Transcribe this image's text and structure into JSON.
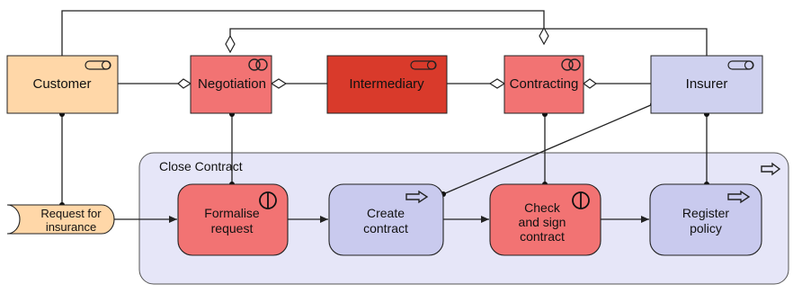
{
  "colors": {
    "customer_fill": "#ffd7a8",
    "role_fill": "#f27373",
    "intermediary_fill": "#d93a2b",
    "insurer_fill": "#cfd1ef",
    "process_area_fill": "#e6e6f8",
    "step_fill_blue": "#c9caee",
    "step_fill_red": "#f27373",
    "stroke": "#222222"
  },
  "actors": {
    "customer": {
      "label": "Customer",
      "icon": "actor-icon"
    },
    "negotiation": {
      "label": "Negotiation",
      "icon": "collaboration-icon"
    },
    "intermediary": {
      "label": "Intermediary",
      "icon": "actor-icon"
    },
    "contracting": {
      "label": "Contracting",
      "icon": "collaboration-icon"
    },
    "insurer": {
      "label": "Insurer",
      "icon": "actor-icon"
    }
  },
  "process": {
    "label": "Close Contract",
    "icon": "process-arrow-icon"
  },
  "event": {
    "line1": "Request for",
    "line2": "insurance"
  },
  "steps": {
    "formalise": {
      "line1": "Formalise",
      "line2": "request",
      "icon": "interaction-icon"
    },
    "create": {
      "line1": "Create",
      "line2": "contract",
      "icon": "process-arrow-icon"
    },
    "check": {
      "line1": "Check",
      "line2": "and sign",
      "line3": "contract",
      "icon": "interaction-icon"
    },
    "register": {
      "line1": "Register",
      "line2": "policy",
      "icon": "process-arrow-icon"
    }
  }
}
